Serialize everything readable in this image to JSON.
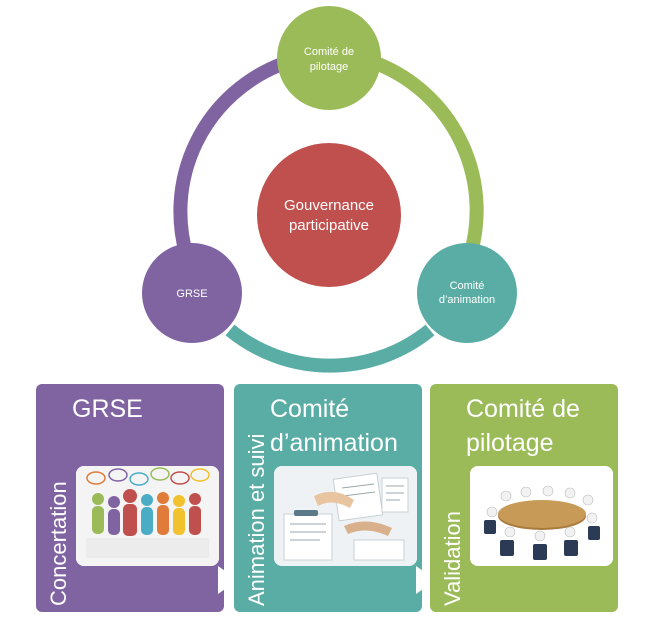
{
  "center": {
    "line1": "Gouvernance",
    "line2": "participative"
  },
  "nodes": {
    "pilotage": {
      "line1": "Comité de",
      "line2": "pilotage"
    },
    "animation": {
      "line1": "Comité",
      "line2": "d’animation"
    },
    "grse": {
      "line1": "GRSE"
    }
  },
  "panels": [
    {
      "vertical": "Concertation",
      "title_line1": "GRSE",
      "title_line2": ""
    },
    {
      "vertical": "Animation et suivi",
      "title_line1": "Comité",
      "title_line2": "d’animation"
    },
    {
      "vertical": "Validation",
      "title_line1": "Comité de",
      "title_line2": "pilotage"
    }
  ],
  "colors": {
    "purple": "#8064a2",
    "teal": "#5aada4",
    "green": "#9bbb59",
    "red": "#c0504d"
  },
  "icons": {
    "people": "people-speech-bubbles-icon",
    "documents": "documents-handshake-icon",
    "meeting": "meeting-table-icon"
  }
}
